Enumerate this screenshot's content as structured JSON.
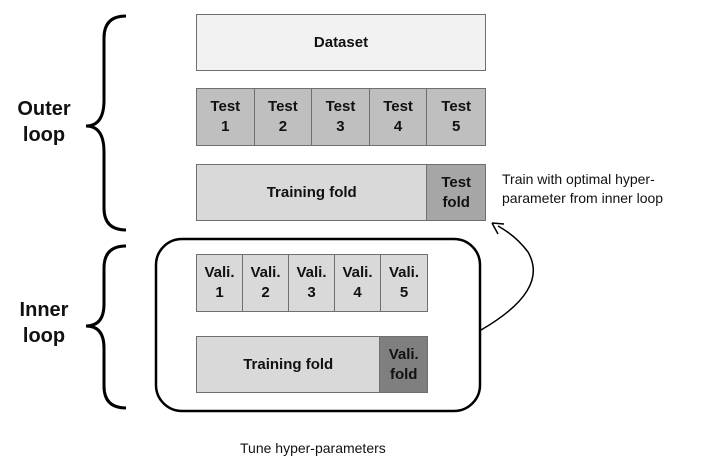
{
  "outer_loop": {
    "label_line1": "Outer",
    "label_line2": "loop",
    "dataset_label": "Dataset",
    "test_cells": [
      "Test\n1",
      "Test\n2",
      "Test\n3",
      "Test\n4",
      "Test\n5"
    ],
    "training_fold_label": "Training fold",
    "test_fold_label": "Test\nfold",
    "note_line1": "Train with optimal hyper-",
    "note_line2": "parameter from inner loop"
  },
  "inner_loop": {
    "label_line1": "Inner",
    "label_line2": "loop",
    "vali_cells": [
      "Vali.\n1",
      "Vali.\n2",
      "Vali.\n3",
      "Vali.\n4",
      "Vali.\n5"
    ],
    "training_fold_label": "Training fold",
    "vali_fold_label": "Vali.\nfold",
    "caption": "Tune hyper-parameters"
  },
  "colors": {
    "dataset_fill": "#f2f2f2",
    "test_cell_fill": "#bfbfbf",
    "training_fill": "#d9d9d9",
    "test_fold_fill": "#a6a6a6",
    "vali_cell_fill": "#d9d9d9",
    "vali_fold_fill": "#7f7f7f"
  }
}
